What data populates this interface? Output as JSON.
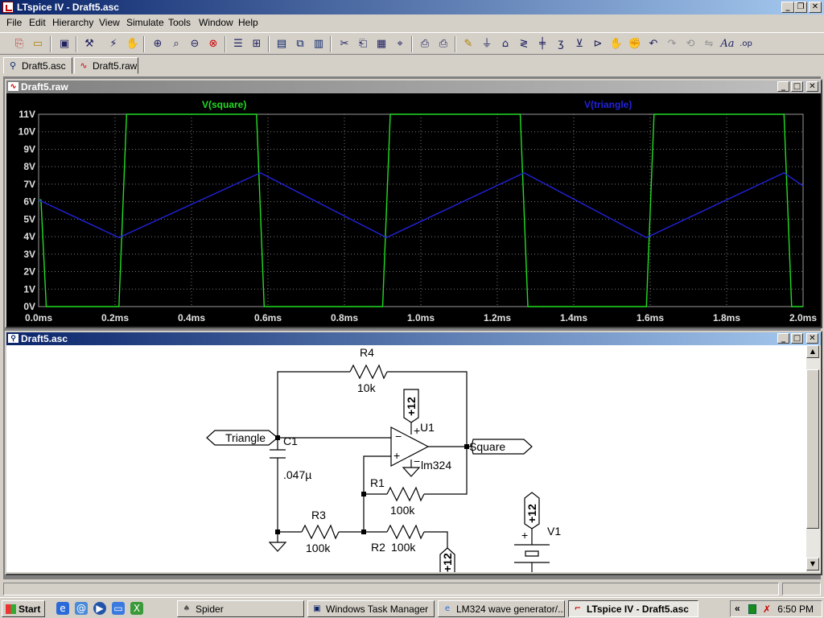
{
  "window": {
    "title": "LTspice IV - Draft5.asc"
  },
  "menu": [
    "File",
    "Edit",
    "Hierarchy",
    "View",
    "Simulate",
    "Tools",
    "Window",
    "Help"
  ],
  "toolbar": {
    "icons": [
      "open-schematic-icon",
      "open-file-icon",
      "save-icon",
      "control-panel-icon",
      "run-icon",
      "pan-hand-icon",
      "zoom-in-icon",
      "zoom-area-icon",
      "zoom-out-icon",
      "zoom-cancel-icon",
      "autorange-icon",
      "probe-icon",
      "tile-horizontal-icon",
      "cascade-icon",
      "tile-icon",
      "cut-icon",
      "copy-icon",
      "paste-icon",
      "find-icon",
      "print-setup-icon",
      "print-icon",
      "draw-wire-icon",
      "ground-icon",
      "label-net-icon",
      "resistor-icon",
      "capacitor-icon",
      "inductor-icon",
      "diode-icon",
      "component-icon",
      "move-icon",
      "drag-icon",
      "undo-icon",
      "redo-icon",
      "rotate-icon",
      "mirror-icon",
      "text-icon",
      "spice-directive-icon"
    ]
  },
  "tabs": [
    {
      "label": "Draft5.asc",
      "active": true
    },
    {
      "label": "Draft5.raw",
      "active": false
    }
  ],
  "waveform_window": {
    "title": "Draft5.raw"
  },
  "schematic_window": {
    "title": "Draft5.asc"
  },
  "chart_data": {
    "type": "line",
    "title": "",
    "xlabel": "",
    "ylabel": "",
    "xlim": [
      0,
      2.0
    ],
    "ylim": [
      0,
      11
    ],
    "x_ticks": [
      "0.0ms",
      "0.2ms",
      "0.4ms",
      "0.6ms",
      "0.8ms",
      "1.0ms",
      "1.2ms",
      "1.4ms",
      "1.6ms",
      "1.8ms",
      "2.0ms"
    ],
    "y_ticks": [
      "0V",
      "1V",
      "2V",
      "3V",
      "4V",
      "5V",
      "6V",
      "7V",
      "8V",
      "9V",
      "10V",
      "11V"
    ],
    "grid": true,
    "background": "#000000",
    "series": [
      {
        "name": "V(square)",
        "color": "#22dd22",
        "x": [
          0.0,
          0.006,
          0.02,
          0.21,
          0.23,
          0.57,
          0.59,
          0.9,
          0.92,
          1.26,
          1.28,
          1.59,
          1.61,
          1.95,
          1.97,
          2.0
        ],
        "y": [
          6.1,
          6.1,
          0.0,
          0.0,
          11.0,
          11.0,
          0.0,
          0.0,
          11.0,
          11.0,
          0.0,
          0.0,
          11.0,
          11.0,
          0.0,
          0.0
        ]
      },
      {
        "name": "V(triangle)",
        "color": "#2222dd",
        "x": [
          0.0,
          0.21,
          0.58,
          0.91,
          1.27,
          1.59,
          1.95,
          2.0
        ],
        "y": [
          6.1,
          3.95,
          7.65,
          3.95,
          7.65,
          3.95,
          7.65,
          6.9
        ]
      }
    ]
  },
  "schematic": {
    "components": {
      "r4": {
        "ref": "R4",
        "value": "10k"
      },
      "c1": {
        "ref": "C1",
        "value": ".047µ"
      },
      "u1": {
        "ref": "U1",
        "value": "lm324"
      },
      "r1": {
        "ref": "R1",
        "value": "100k"
      },
      "r3": {
        "ref": "R3",
        "value": "100k"
      },
      "r2": {
        "ref": "R2",
        "value": "100k"
      },
      "v1": {
        "ref": "V1"
      }
    },
    "labels": {
      "triangle": "Triangle",
      "square": "Square",
      "supply_u1": "+12",
      "supply_v1": "+12",
      "supply_r2": "+12"
    }
  },
  "taskbar": {
    "start": "Start",
    "tasks": [
      {
        "label": "Spider",
        "active": false
      },
      {
        "label": "Windows Task Manager",
        "active": false
      },
      {
        "label": "LM324 wave generator/...",
        "active": false
      },
      {
        "label": "LTspice IV - Draft5.asc",
        "active": true
      }
    ],
    "tray_expand": "«",
    "clock": "6:50 PM"
  }
}
